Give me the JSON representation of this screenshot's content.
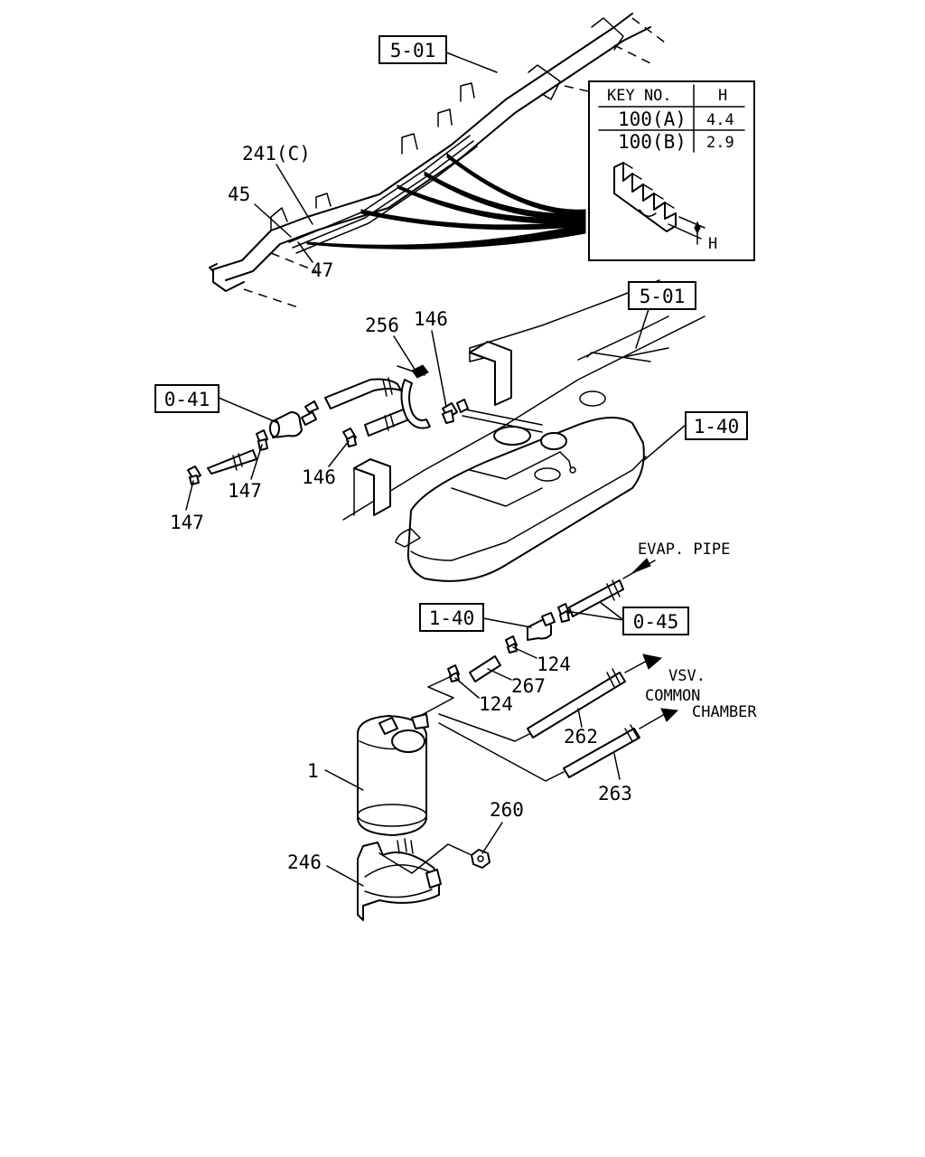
{
  "references": {
    "ref_5_01_top": "5-01",
    "ref_5_01_mid": "5-01",
    "ref_1_40_tank": "1-40",
    "ref_0_41": "0-41",
    "ref_1_40_lower": "1-40",
    "ref_0_45": "0-45"
  },
  "table": {
    "col_key": "KEY NO.",
    "col_h": "H",
    "rows": [
      {
        "key": "100(A)",
        "h": "4.4"
      },
      {
        "key": "100(B)",
        "h": "2.9"
      }
    ],
    "dim_label": "H"
  },
  "parts": {
    "p241c": "241(C)",
    "p45": "45",
    "p47": "47",
    "p256": "256",
    "p146_top": "146",
    "p146_bottom": "146",
    "p147_upper": "147",
    "p147_lower": "147",
    "p124_right": "124",
    "p124_left": "124",
    "p267": "267",
    "p262": "262",
    "p263": "263",
    "p1": "1",
    "p260": "260",
    "p246": "246"
  },
  "destinations": {
    "evap_pipe": "EVAP. PIPE",
    "vsv": "VSV.",
    "common": "COMMON",
    "chamber": "CHAMBER"
  }
}
